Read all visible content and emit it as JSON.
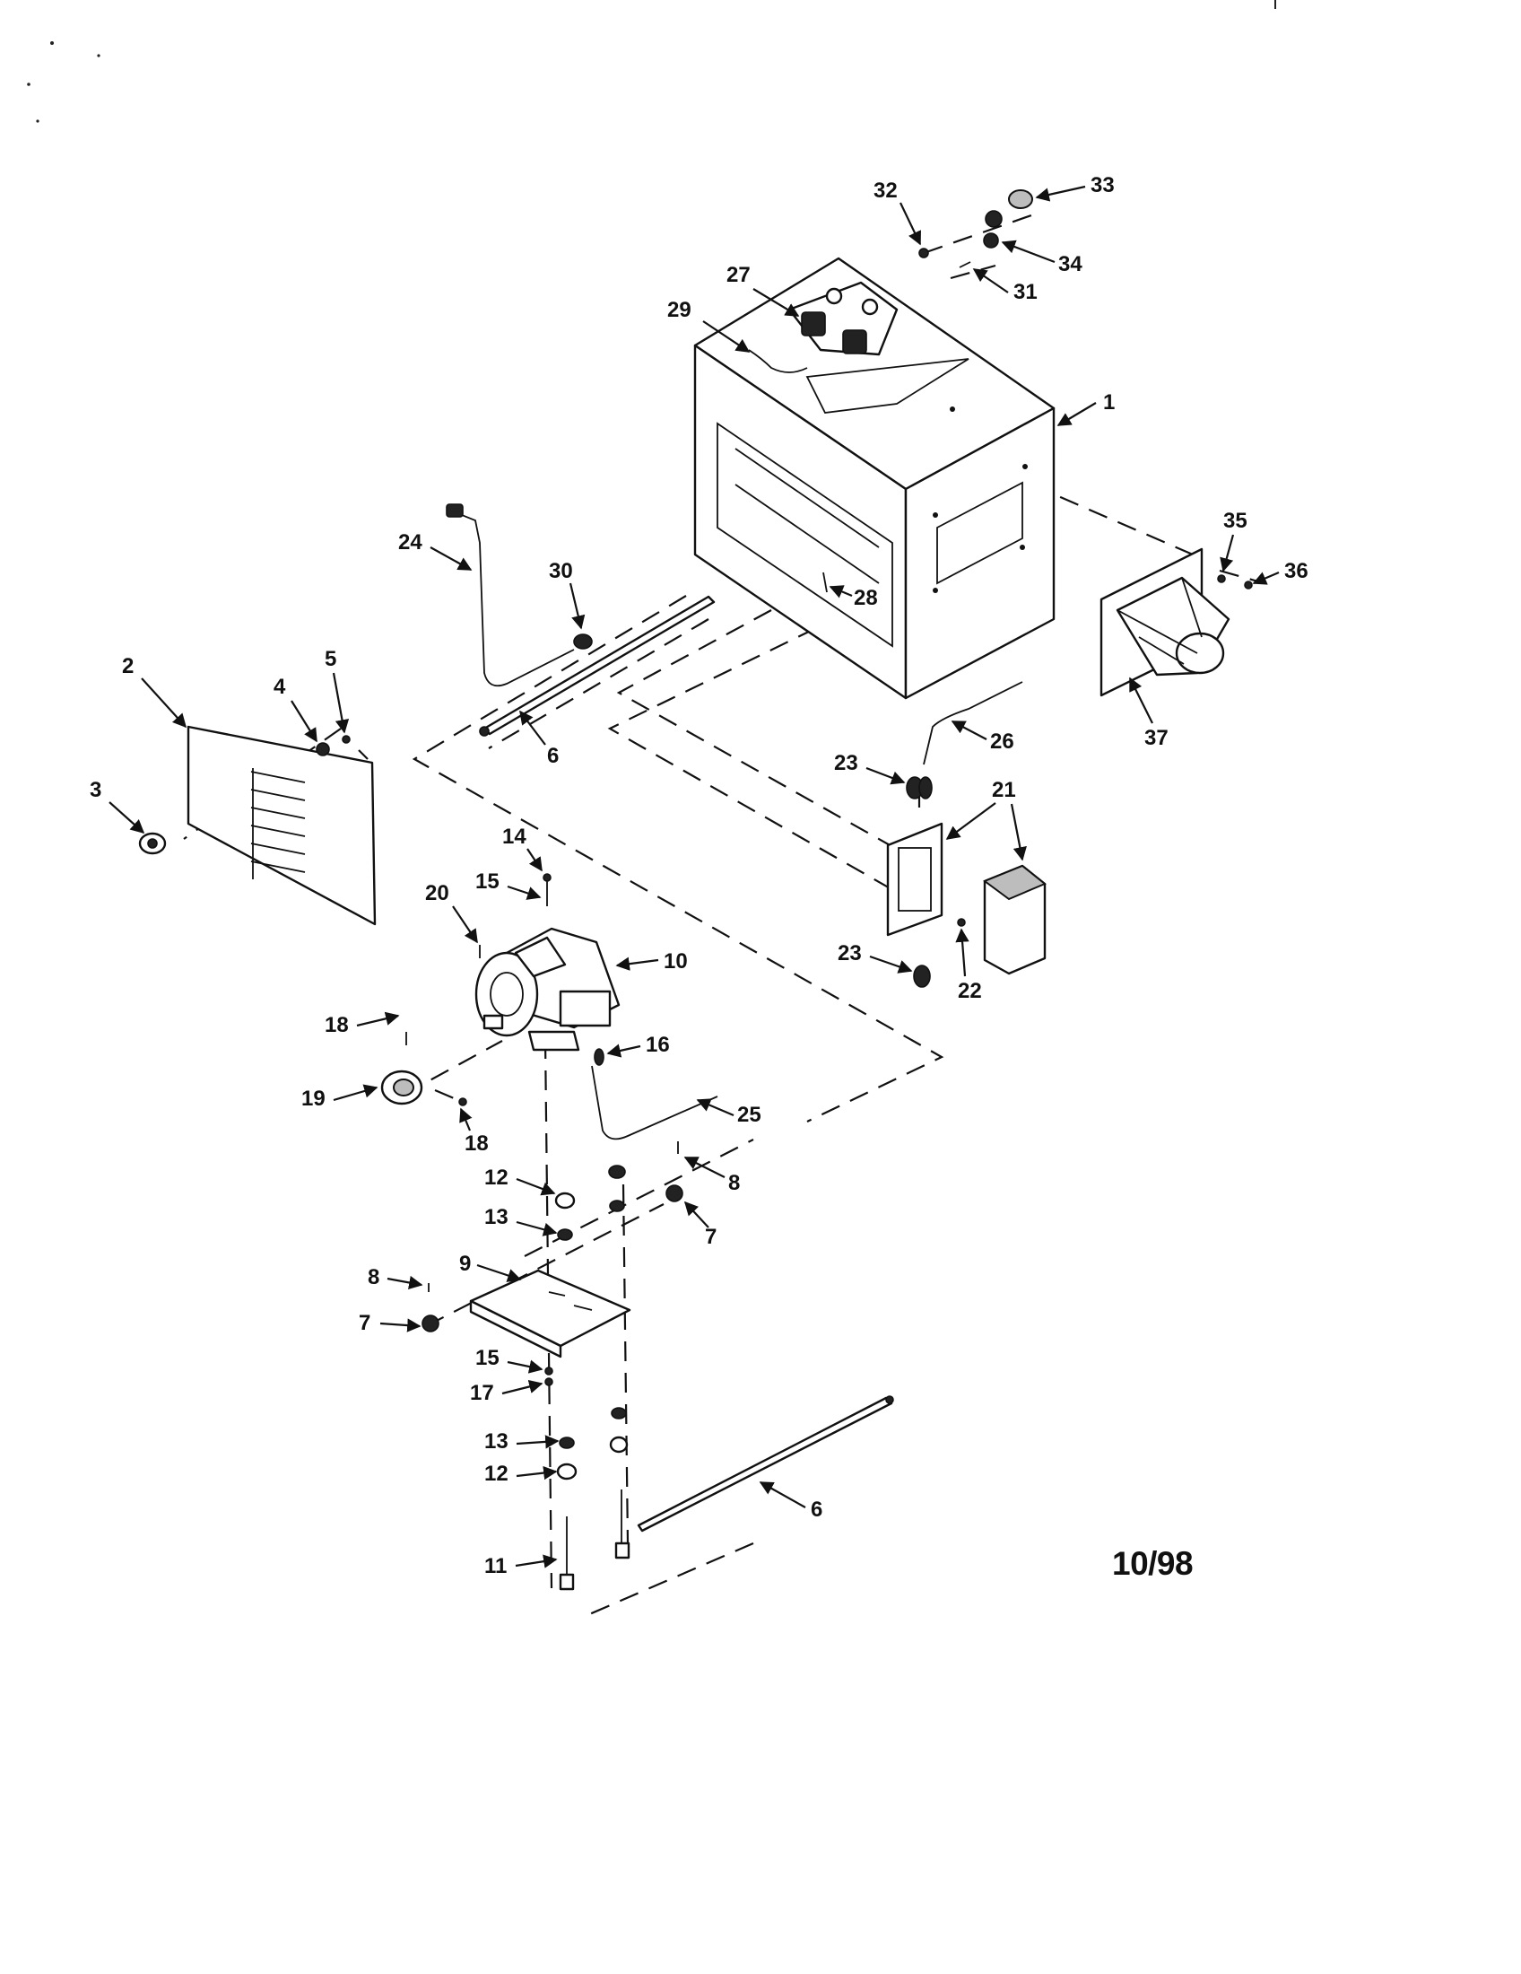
{
  "date_code": "10/98",
  "callouts": [
    {
      "id": "c1",
      "text": "1"
    },
    {
      "id": "c2",
      "text": "2"
    },
    {
      "id": "c3",
      "text": "3"
    },
    {
      "id": "c4",
      "text": "4"
    },
    {
      "id": "c5",
      "text": "5"
    },
    {
      "id": "c6a",
      "text": "6"
    },
    {
      "id": "c6b",
      "text": "6"
    },
    {
      "id": "c7a",
      "text": "7"
    },
    {
      "id": "c7b",
      "text": "7"
    },
    {
      "id": "c8a",
      "text": "8"
    },
    {
      "id": "c8b",
      "text": "8"
    },
    {
      "id": "c9",
      "text": "9"
    },
    {
      "id": "c10",
      "text": "10"
    },
    {
      "id": "c11",
      "text": "11"
    },
    {
      "id": "c12a",
      "text": "12"
    },
    {
      "id": "c12b",
      "text": "12"
    },
    {
      "id": "c13a",
      "text": "13"
    },
    {
      "id": "c13b",
      "text": "13"
    },
    {
      "id": "c14",
      "text": "14"
    },
    {
      "id": "c15a",
      "text": "15"
    },
    {
      "id": "c15b",
      "text": "15"
    },
    {
      "id": "c16",
      "text": "16"
    },
    {
      "id": "c17",
      "text": "17"
    },
    {
      "id": "c18a",
      "text": "18"
    },
    {
      "id": "c18b",
      "text": "18"
    },
    {
      "id": "c19",
      "text": "19"
    },
    {
      "id": "c20",
      "text": "20"
    },
    {
      "id": "c21",
      "text": "21"
    },
    {
      "id": "c22",
      "text": "22"
    },
    {
      "id": "c23a",
      "text": "23"
    },
    {
      "id": "c23b",
      "text": "23"
    },
    {
      "id": "c24",
      "text": "24"
    },
    {
      "id": "c25",
      "text": "25"
    },
    {
      "id": "c26",
      "text": "26"
    },
    {
      "id": "c27",
      "text": "27"
    },
    {
      "id": "c28",
      "text": "28"
    },
    {
      "id": "c29",
      "text": "29"
    },
    {
      "id": "c30",
      "text": "30"
    },
    {
      "id": "c31",
      "text": "31"
    },
    {
      "id": "c32",
      "text": "32"
    },
    {
      "id": "c33",
      "text": "33"
    },
    {
      "id": "c34",
      "text": "34"
    },
    {
      "id": "c35",
      "text": "35"
    },
    {
      "id": "c36",
      "text": "36"
    },
    {
      "id": "c37",
      "text": "37"
    }
  ]
}
